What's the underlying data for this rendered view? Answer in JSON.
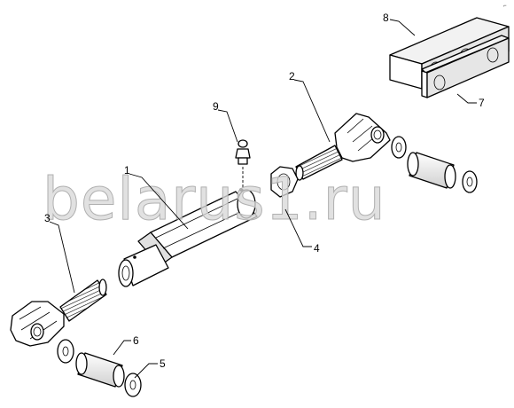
{
  "watermark": "belarus1.ru",
  "corner_mark": "⌐",
  "callouts": [
    {
      "id": "part-1",
      "label": "1"
    },
    {
      "id": "part-2",
      "label": "2"
    },
    {
      "id": "part-3",
      "label": "3"
    },
    {
      "id": "part-4",
      "label": "4"
    },
    {
      "id": "part-5",
      "label": "5"
    },
    {
      "id": "part-6",
      "label": "6"
    },
    {
      "id": "part-7",
      "label": "7"
    },
    {
      "id": "part-8",
      "label": "8"
    },
    {
      "id": "part-9",
      "label": "9"
    }
  ]
}
